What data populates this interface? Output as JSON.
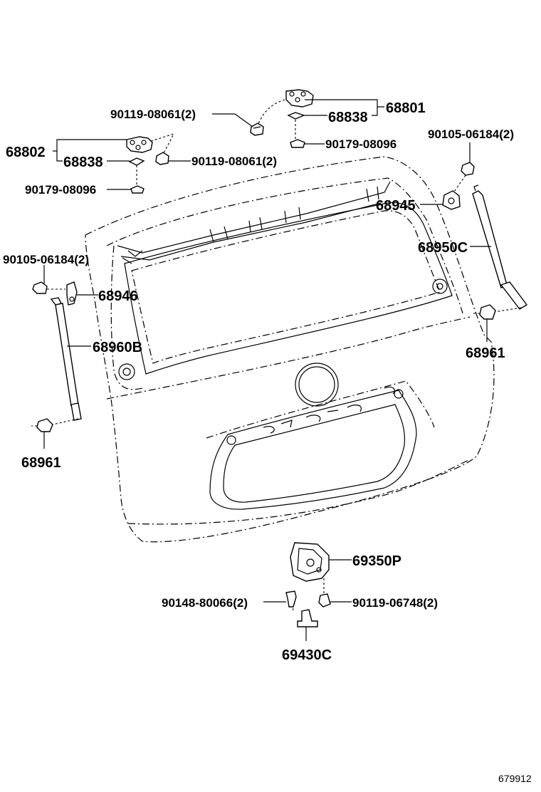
{
  "labels": {
    "hinge_upper_bolt": "90119-08061(2)",
    "hinge_upper_shim": "68838",
    "hinge_upper_assy": "68801",
    "hinge_upper_nut": "90179-08096",
    "bolt_right_top": "90105-06184(2)",
    "hinge_left_assy": "68802",
    "hinge_left_shim": "68838",
    "hinge_left_bolt": "90119-08061(2)",
    "hinge_left_nut": "90179-08096",
    "bracket_right": "68945",
    "stay_right": "68950C",
    "bolt_left": "90105-06184(2)",
    "bracket_left": "68946",
    "stay_left": "68960B",
    "ball_stud_right": "68961",
    "ball_stud_left": "68961",
    "lock_assy": "69350P",
    "lock_screw": "90148-80066(2)",
    "lock_bolt": "90119-06748(2)",
    "striker": "69430C"
  },
  "figure_ref": "679912"
}
